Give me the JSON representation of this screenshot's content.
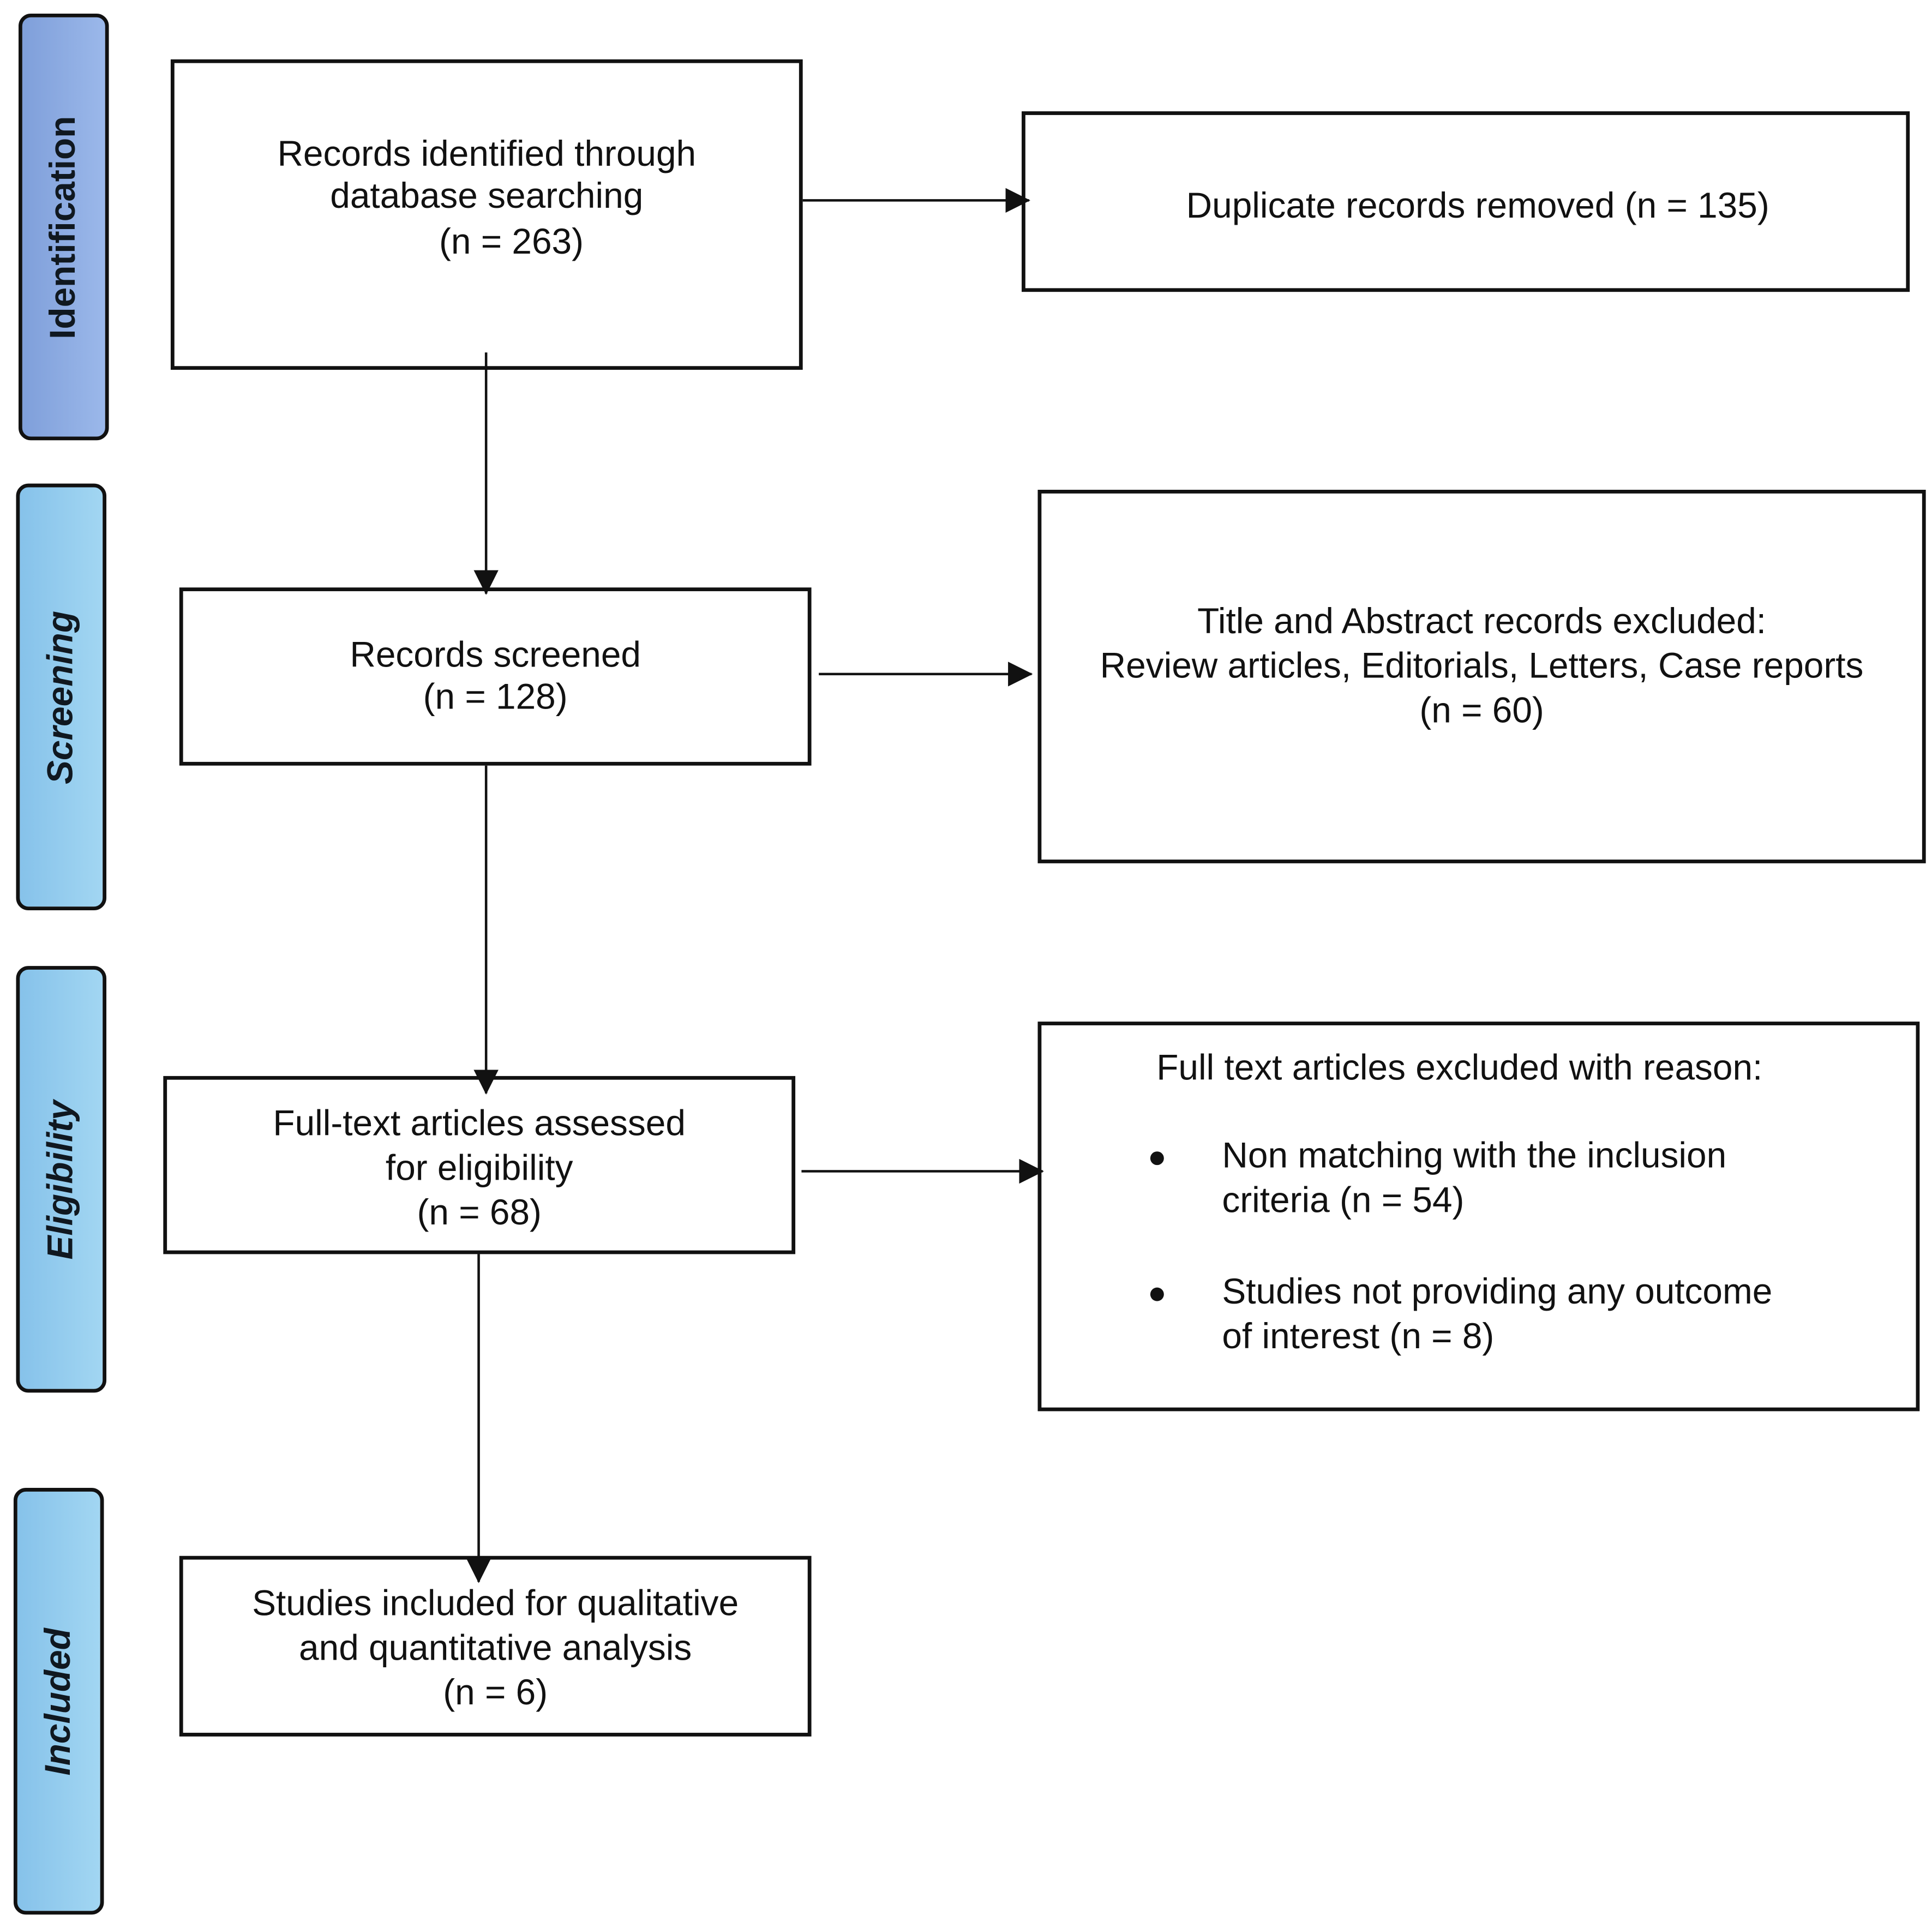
{
  "stages": {
    "identification": "Identification",
    "screening": "Screening",
    "eligibility": "Eligibility",
    "included": "Included"
  },
  "boxes": {
    "identified": {
      "lines": "Records identified through\ndatabase searching",
      "count": "(n = 263)"
    },
    "duplicates": {
      "text": "Duplicate records removed (n = 135)"
    },
    "screened": {
      "lines": "Records screened\n(n = 128)"
    },
    "title_abstract_excluded": {
      "lines": "Title and Abstract records excluded:\nReview articles, Editorials, Letters, Case reports\n(n = 60)"
    },
    "fulltext_assessed": {
      "lines": "Full-text articles assessed\nfor eligibility\n(n = 68)"
    },
    "fulltext_excluded": {
      "heading": "Full text articles excluded with reason:",
      "reasons": [
        "Non matching with the inclusion\ncriteria (n = 54)",
        "Studies not providing any outcome\nof interest (n = 8)"
      ]
    },
    "included": {
      "lines": "Studies included for qualitative\nand quantitative analysis\n(n = 6)"
    }
  },
  "colors": {
    "identification_stage": "#8FAEE3",
    "screening_stage": "#93CDEE",
    "eligibility_stage": "#93CDEE",
    "included_stage": "#93CDEE",
    "border": "#111111",
    "text": "#111111"
  }
}
